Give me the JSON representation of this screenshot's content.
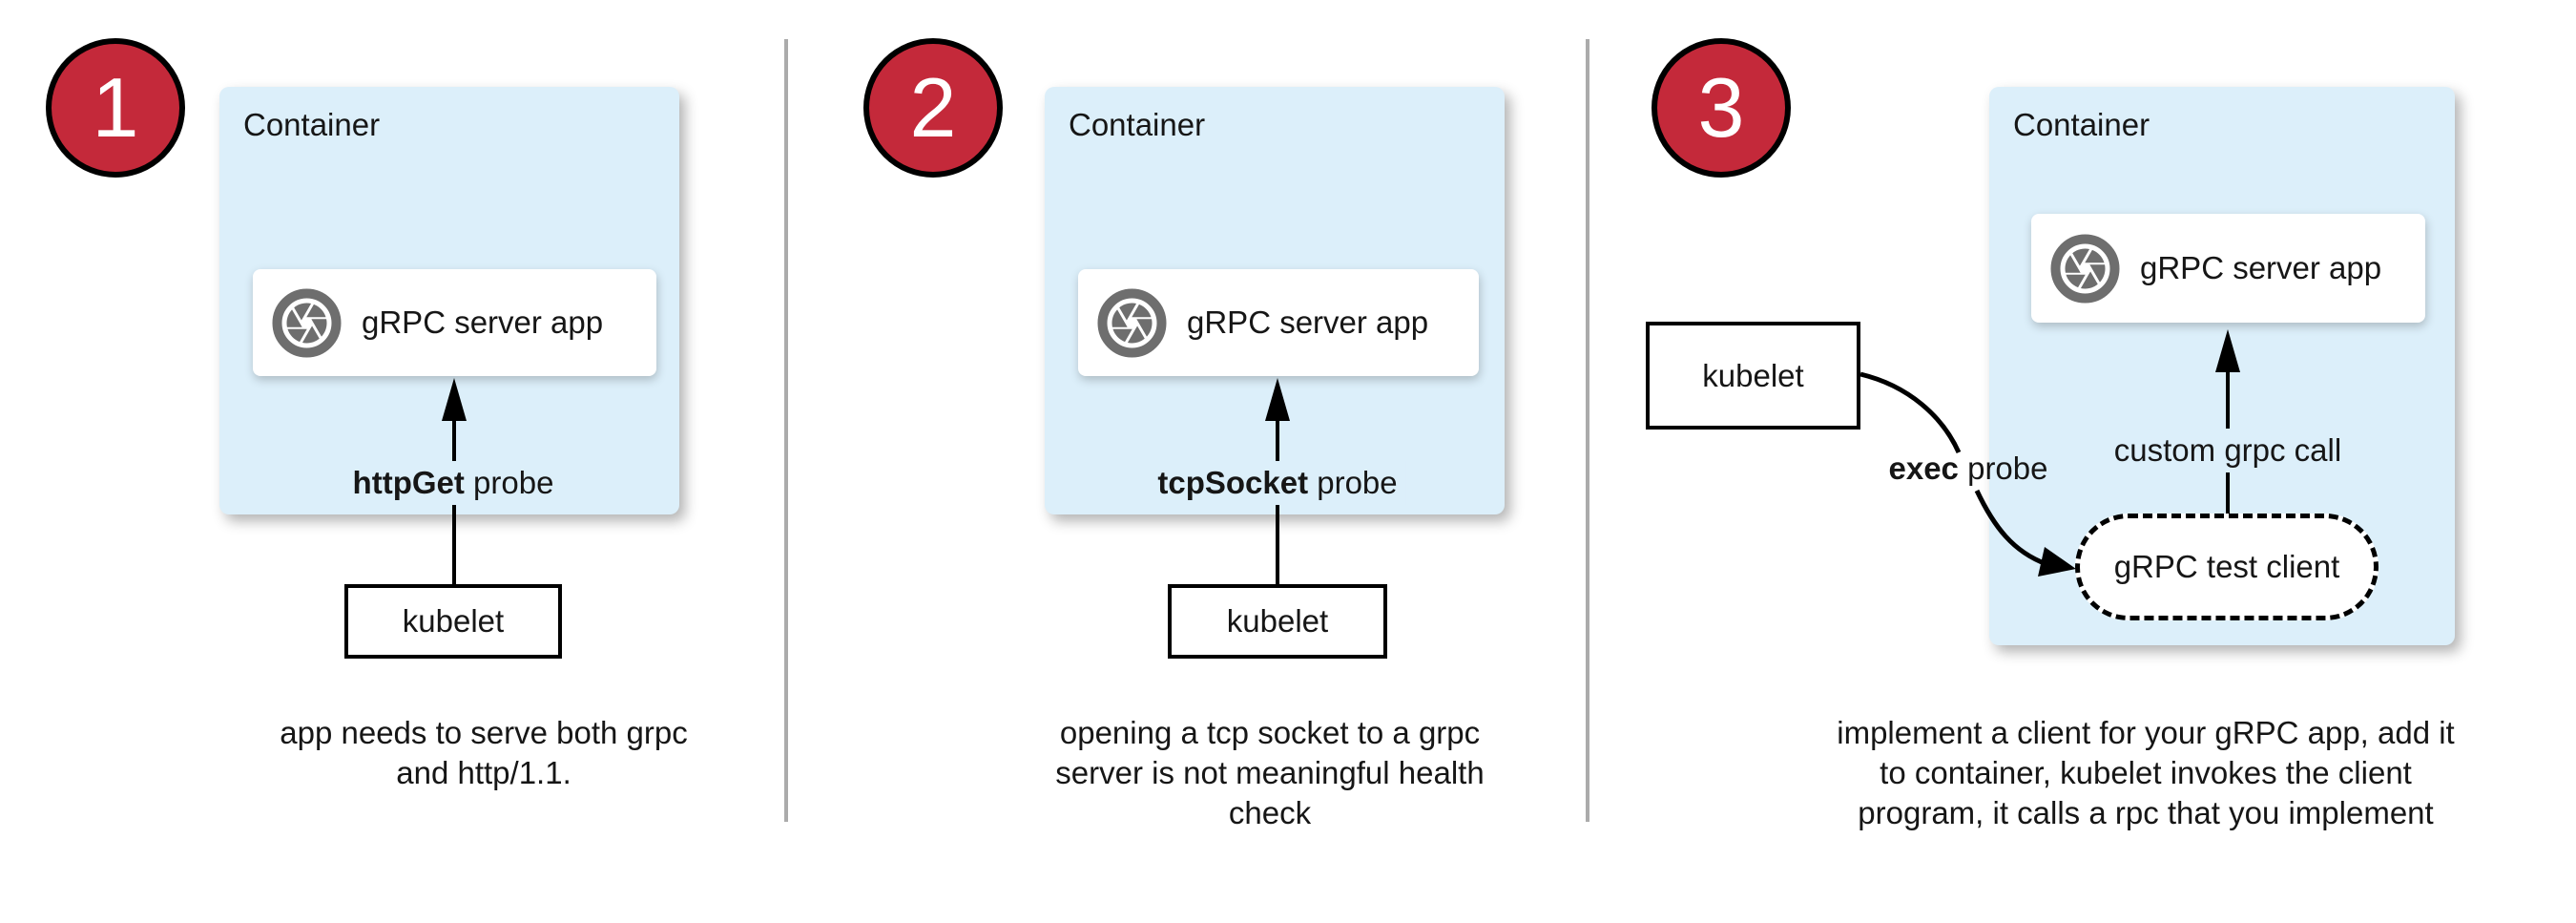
{
  "colors": {
    "badge_red": "#C4293A",
    "container_blue": "#DCEFFA",
    "icon_gray": "#6E6E6E",
    "divider_gray": "#ABABAB",
    "line_black": "#000000"
  },
  "panels": [
    {
      "number": "1",
      "container_label": "Container",
      "app_label": "gRPC server app",
      "probe_label": {
        "bold": "httpGet",
        "rest": " probe"
      },
      "kubelet_label": "kubelet",
      "caption_lines": [
        "app needs to serve both grpc",
        "and http/1.1."
      ]
    },
    {
      "number": "2",
      "container_label": "Container",
      "app_label": "gRPC server app",
      "probe_label": {
        "bold": "tcpSocket",
        "rest": " probe"
      },
      "kubelet_label": "kubelet",
      "caption_lines": [
        "opening a tcp socket to a grpc",
        "server is not meaningful health",
        "check"
      ]
    },
    {
      "number": "3",
      "container_label": "Container",
      "app_label": "gRPC server app",
      "probe_label": {
        "bold": "exec",
        "rest": " probe"
      },
      "custom_call_label": "custom grpc call",
      "kubelet_label": "kubelet",
      "test_client_label": "gRPC test client",
      "caption_lines": [
        "implement a client for your gRPC app, add it",
        "to container, kubelet invokes the client",
        "program, it calls a rpc that you implement"
      ]
    }
  ]
}
